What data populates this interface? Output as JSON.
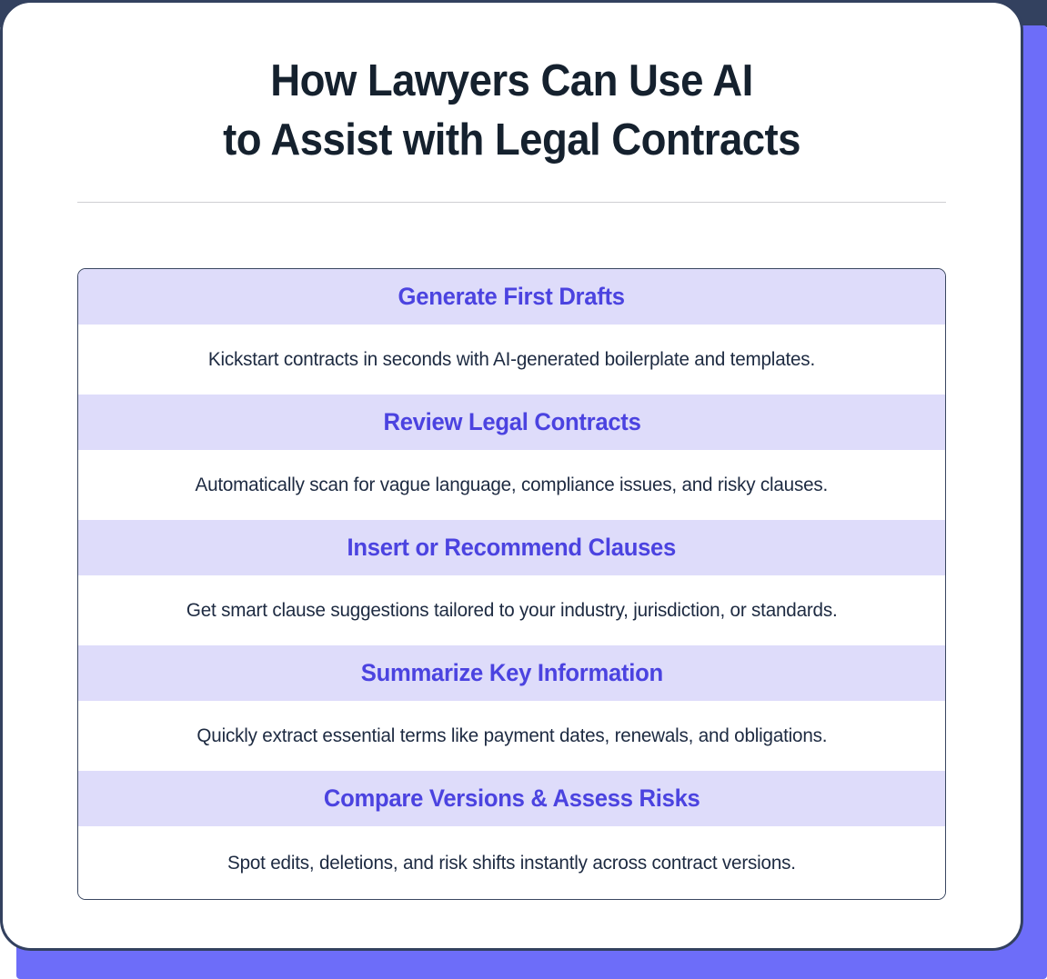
{
  "theme": {
    "accent_purple": "#4b43e0",
    "header_row_bg": "#dedcfa",
    "slab_periwinkle": "#6d6df9",
    "navy_border": "#33415f",
    "title_navy": "#15212e",
    "body_text_navy": "#1d2a41",
    "divider_gray": "#cfcfd3",
    "card_bg": "#ffffff"
  },
  "card": {
    "title_line_1": "How Lawyers Can Use AI",
    "title_line_2": "to Assist with Legal Contracts"
  },
  "features": [
    {
      "heading": "Generate First Drafts",
      "description": "Kickstart contracts in seconds with AI-generated boilerplate and templates."
    },
    {
      "heading": "Review Legal Contracts",
      "description": "Automatically scan for vague language, compliance issues, and risky clauses."
    },
    {
      "heading": "Insert or Recommend Clauses",
      "description": "Get smart clause suggestions tailored to your industry, jurisdiction, or standards."
    },
    {
      "heading": "Summarize Key Information",
      "description": "Quickly extract essential terms like payment dates, renewals, and obligations."
    },
    {
      "heading": "Compare Versions & Assess Risks",
      "description": "Spot edits, deletions, and risk shifts instantly across contract versions."
    }
  ]
}
